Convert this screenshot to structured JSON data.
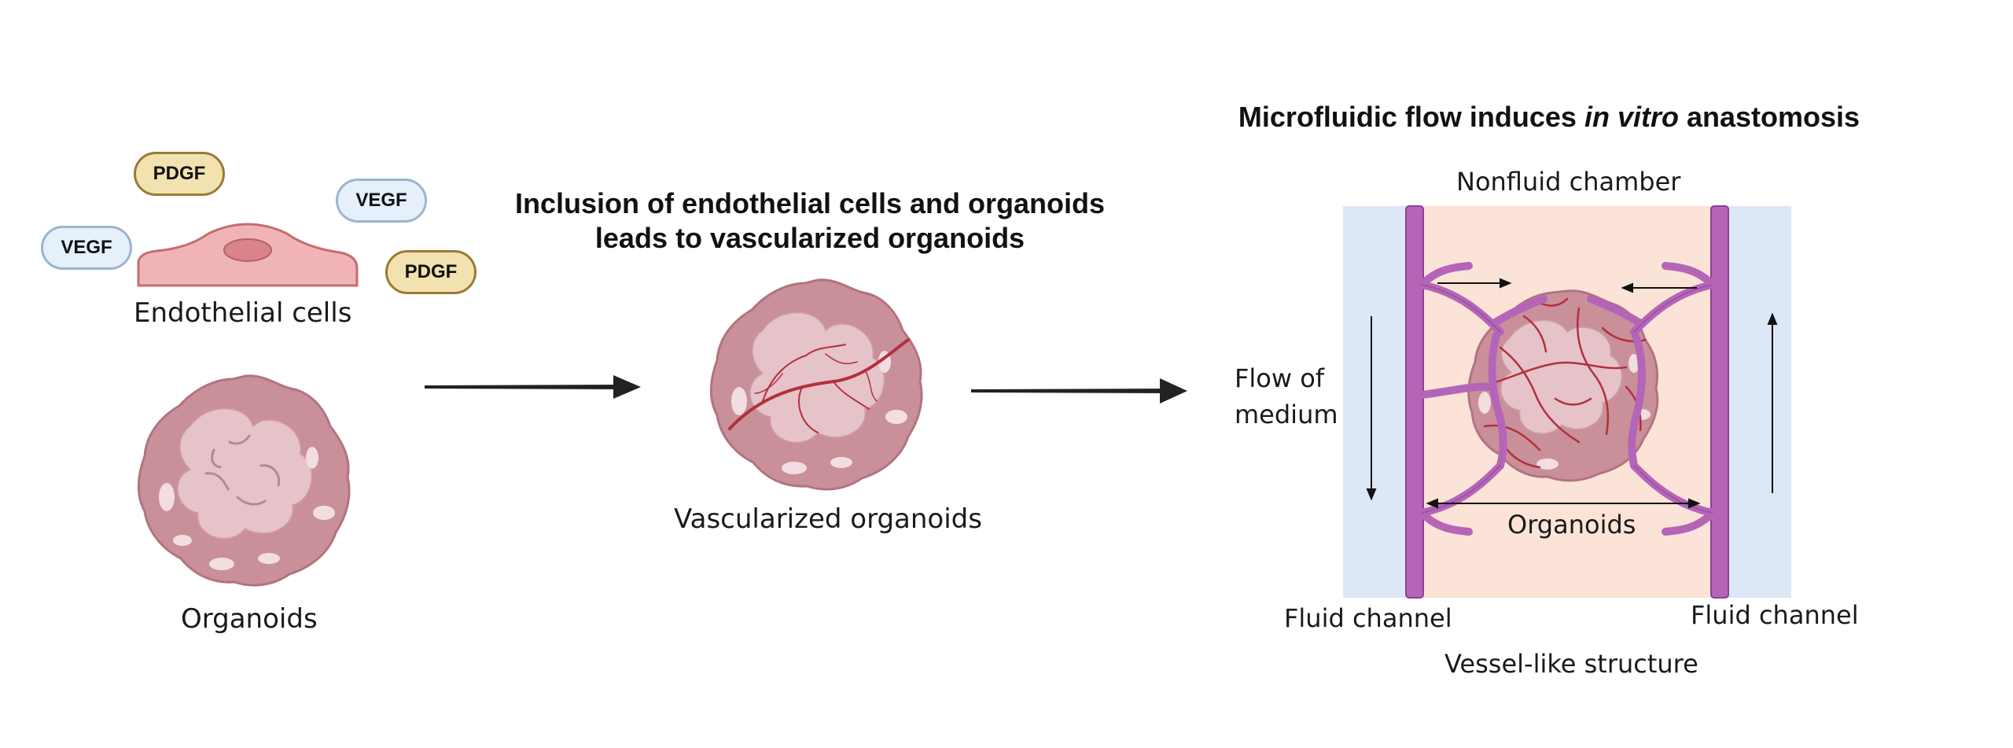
{
  "panel1": {
    "pills": [
      {
        "text": "PDGF",
        "kind": "pdgf"
      },
      {
        "text": "VEGF",
        "kind": "vegf"
      },
      {
        "text": "VEGF",
        "kind": "vegf"
      },
      {
        "text": "PDGF",
        "kind": "pdgf"
      }
    ],
    "endothelial_label": "Endothelial cells",
    "organoids_label": "Organoids"
  },
  "panel2": {
    "title_line1": "Inclusion of endothelial cells and organoids",
    "title_line2": "leads to vascularized organoids",
    "label": "Vascularized organoids"
  },
  "panel3": {
    "title_pre": "Microfluidic flow induces ",
    "title_italic": "in vitro",
    "title_post": " anastomosis",
    "nonfluid_label": "Nonfluid chamber",
    "flow_label_1": "Flow of",
    "flow_label_2": "medium",
    "organoids_label": "Organoids",
    "fluid_left": "Fluid channel",
    "fluid_right": "Fluid channel",
    "vessel_label": "Vessel-like structure"
  },
  "colors": {
    "organoid_fill": "#c9909a",
    "organoid_light": "#e5c3c8",
    "vessel_red": "#b2303d",
    "cell_fill": "#f0b4b8",
    "channel_blue": "#dce8f5",
    "chamber_peach": "#fbe3d7",
    "vessel_purple": "#b565b8"
  }
}
